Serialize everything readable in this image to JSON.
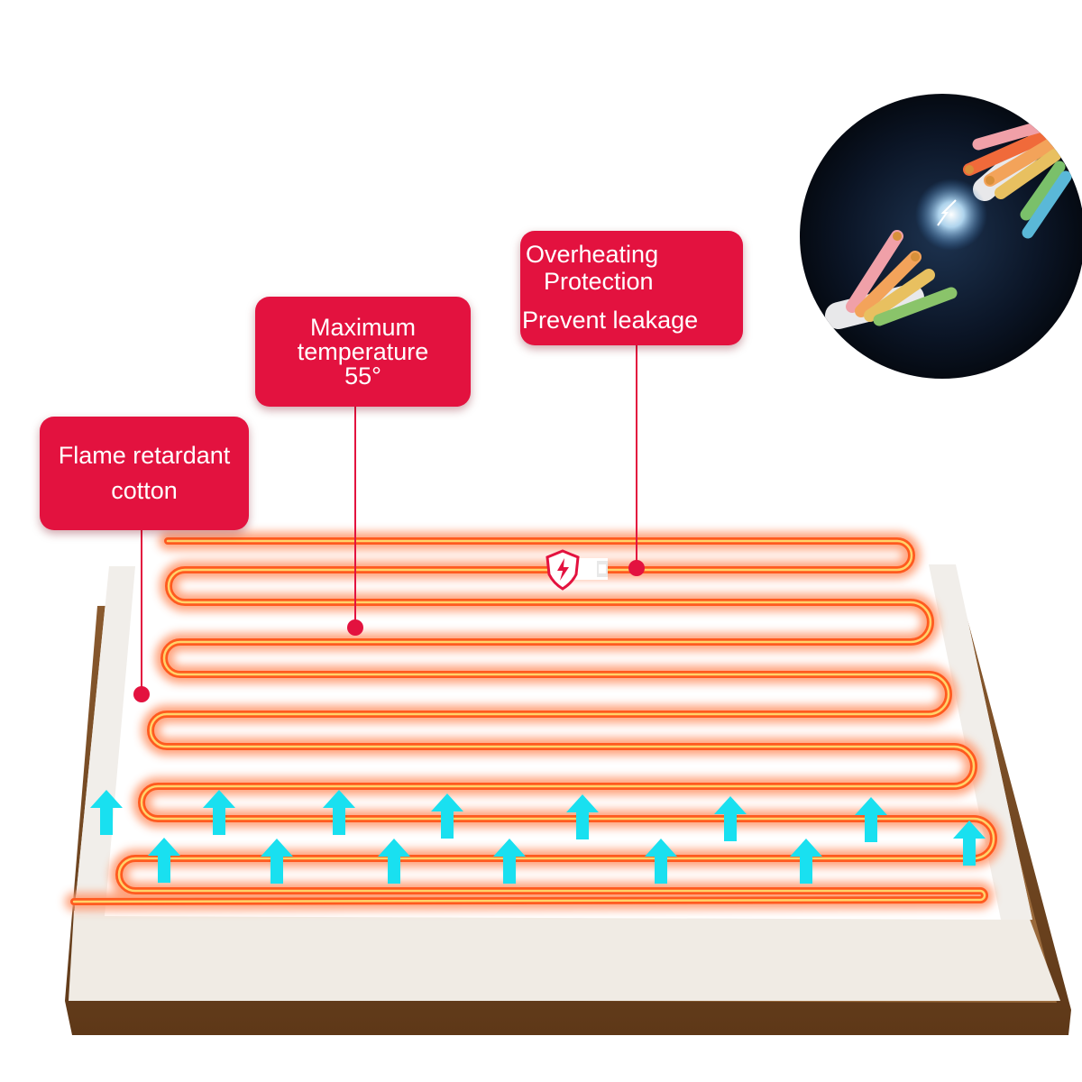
{
  "labels": {
    "flame": {
      "line1": "Flame retardant",
      "line2": "cotton"
    },
    "max_temp": {
      "line1": "Maximum",
      "line2": "temperature",
      "line3": "55°"
    },
    "overheat": {
      "line1": "Overheating",
      "line2": "Protection",
      "line3": "Prevent leakage"
    }
  },
  "icons": {
    "shield": "lightning-shield-icon",
    "arrows": "up-arrow-icon",
    "wires": "electric-wires-icon"
  },
  "colors": {
    "label_bg": "#e3123f",
    "heating_wire": "#ff5a1f",
    "heating_glow": "#ff9a70",
    "arrow": "#19e0f0",
    "pad_fill": "#ffffff",
    "pad_edge": "#7a4a24",
    "wire_bg": "#0a1422"
  }
}
